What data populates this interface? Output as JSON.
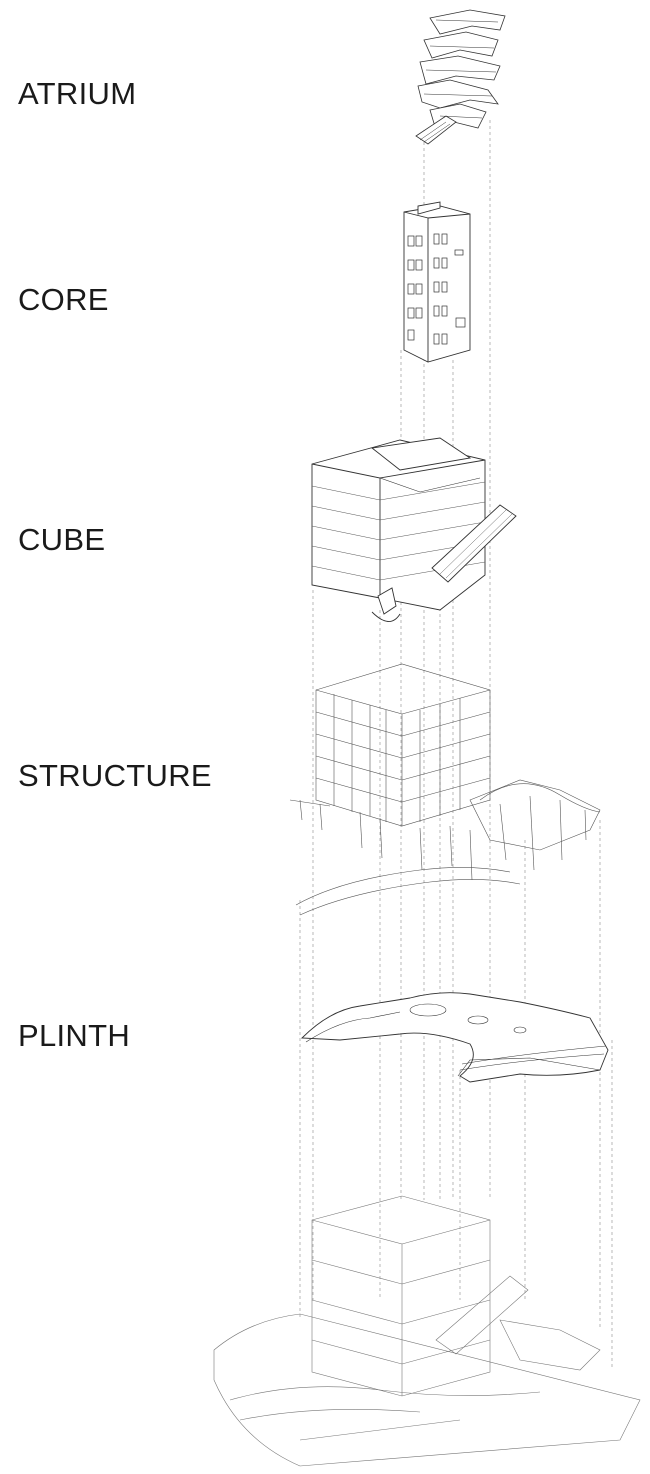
{
  "layers": [
    {
      "key": "atrium",
      "label": "ATRIUM"
    },
    {
      "key": "core",
      "label": "CORE"
    },
    {
      "key": "cube",
      "label": "CUBE"
    },
    {
      "key": "structure",
      "label": "STRUCTURE"
    },
    {
      "key": "plinth",
      "label": "PLINTH"
    }
  ],
  "colors": {
    "line": "#333333",
    "light_line": "#8a8a8a",
    "guide": "#9a9a9a",
    "text": "#1a1a1a",
    "background": "#ffffff"
  }
}
